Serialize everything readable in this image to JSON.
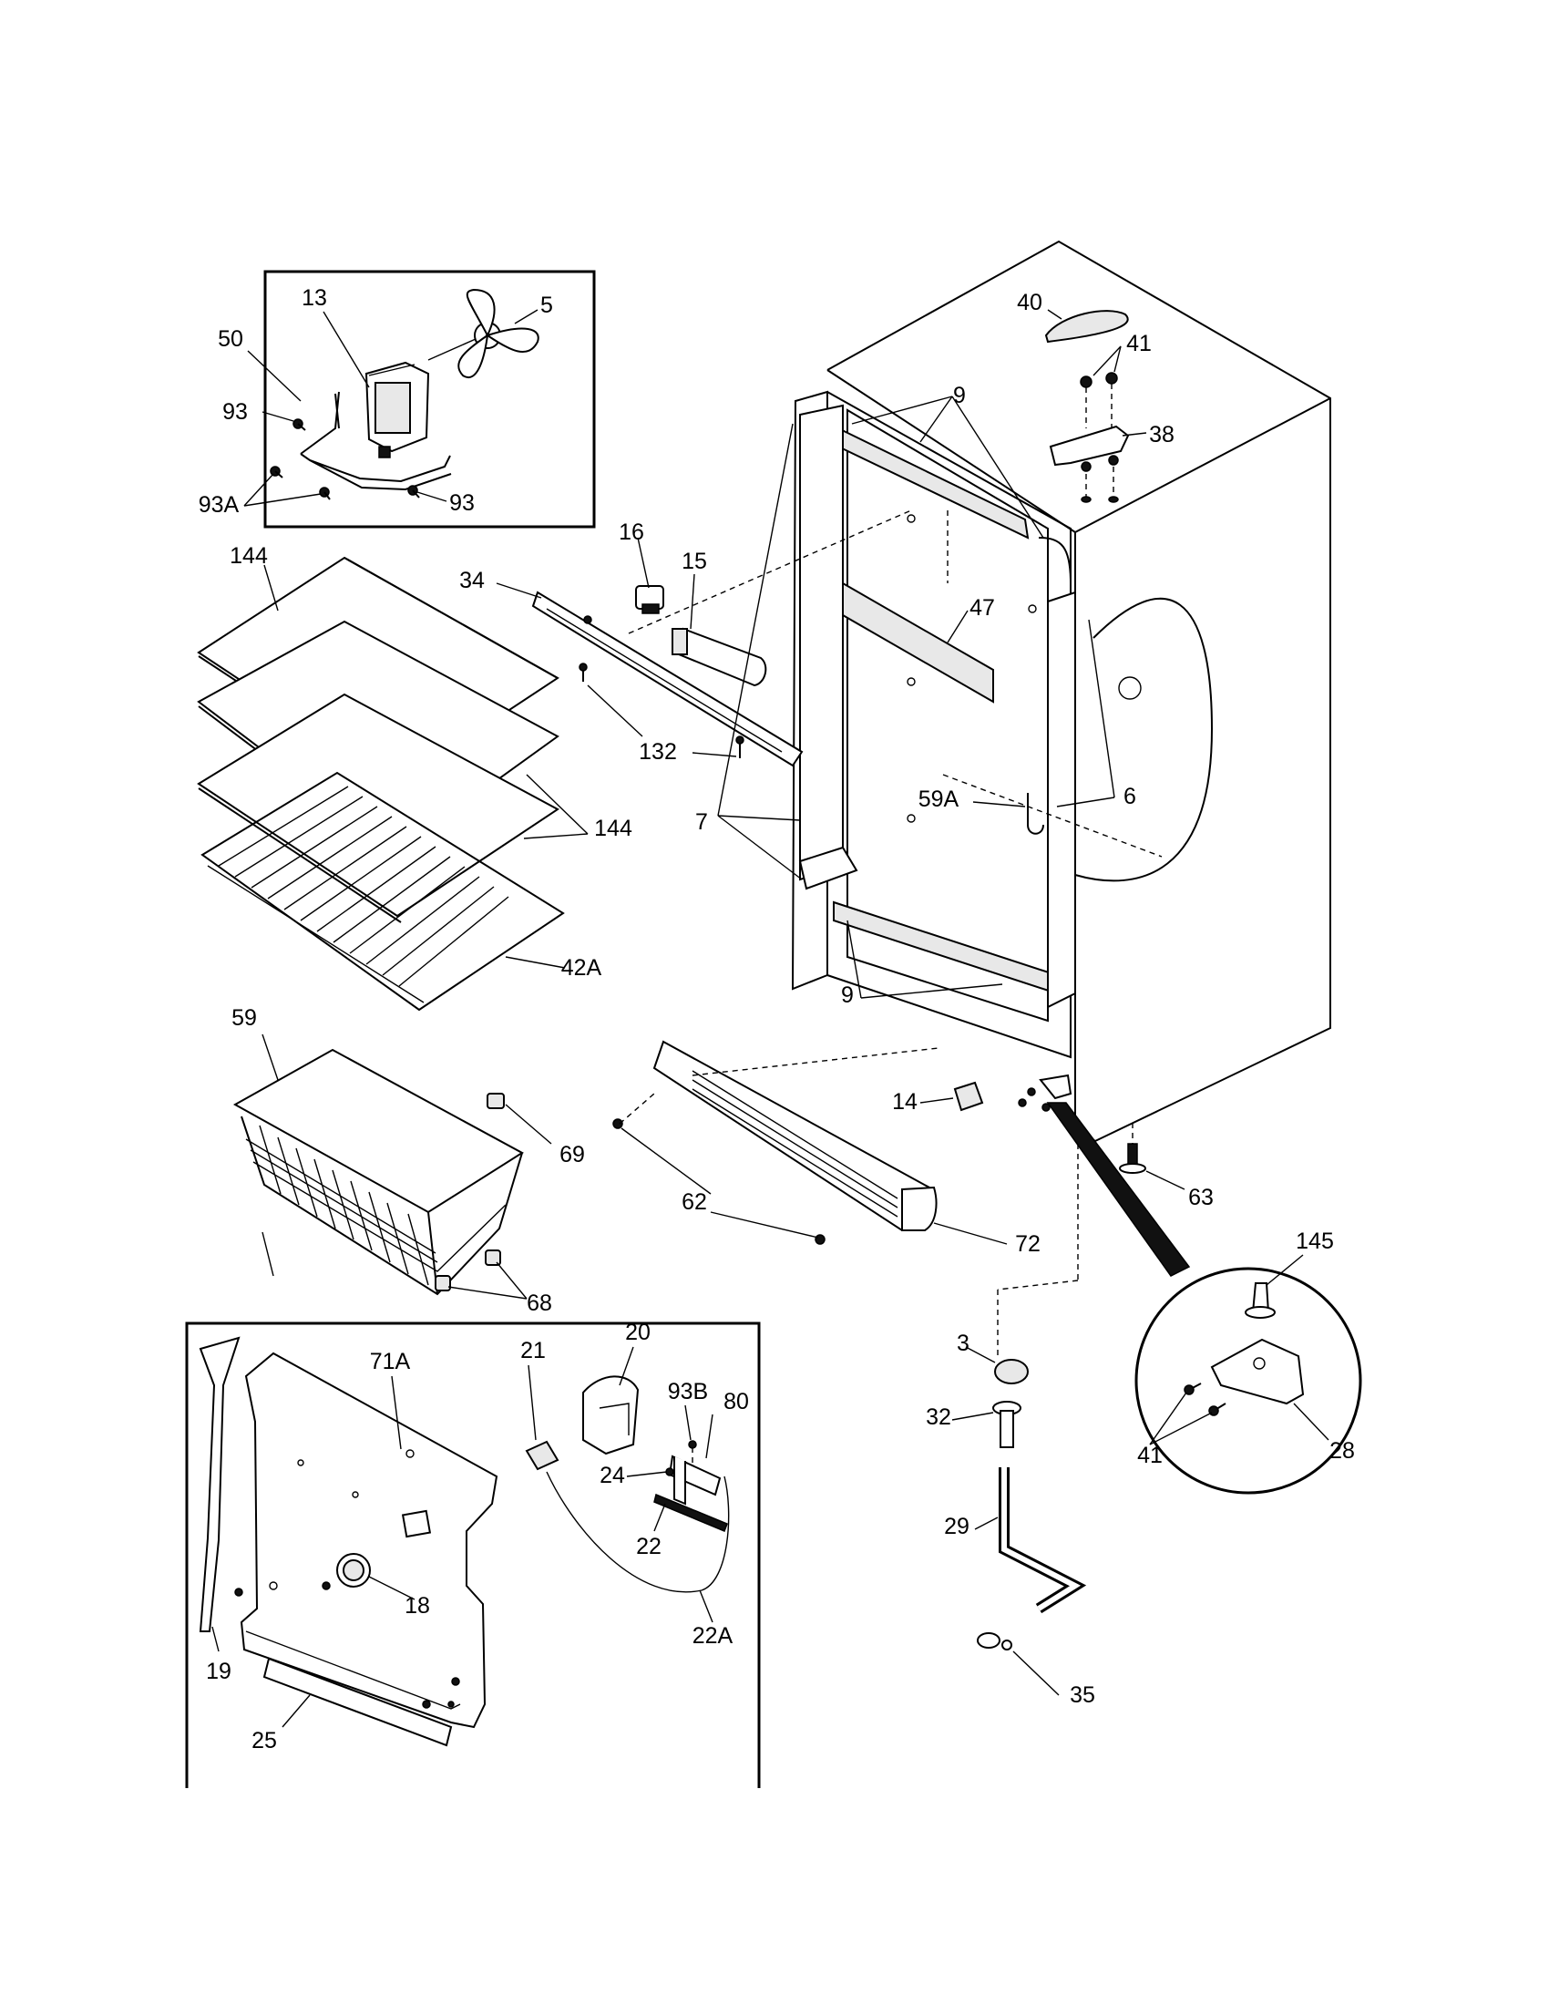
{
  "callouts": [
    {
      "id": "c13",
      "text": "13"
    },
    {
      "id": "c5",
      "text": "5"
    },
    {
      "id": "c50",
      "text": "50"
    },
    {
      "id": "c93a",
      "text": "93"
    },
    {
      "id": "c93A",
      "text": "93A"
    },
    {
      "id": "c93b",
      "text": "93"
    },
    {
      "id": "c40",
      "text": "40"
    },
    {
      "id": "c41a",
      "text": "41"
    },
    {
      "id": "c38",
      "text": "38"
    },
    {
      "id": "c9a",
      "text": "9"
    },
    {
      "id": "c16",
      "text": "16"
    },
    {
      "id": "c15",
      "text": "15"
    },
    {
      "id": "c34",
      "text": "34"
    },
    {
      "id": "c144a",
      "text": "144"
    },
    {
      "id": "c47",
      "text": "47"
    },
    {
      "id": "c132",
      "text": "132"
    },
    {
      "id": "c59A",
      "text": "59A"
    },
    {
      "id": "c6",
      "text": "6"
    },
    {
      "id": "c7",
      "text": "7"
    },
    {
      "id": "c144b",
      "text": "144"
    },
    {
      "id": "c42A",
      "text": "42A"
    },
    {
      "id": "c59",
      "text": "59"
    },
    {
      "id": "c9b",
      "text": "9"
    },
    {
      "id": "c14",
      "text": "14"
    },
    {
      "id": "c69",
      "text": "69"
    },
    {
      "id": "c62",
      "text": "62"
    },
    {
      "id": "c63",
      "text": "63"
    },
    {
      "id": "c72",
      "text": "72"
    },
    {
      "id": "c145",
      "text": "145"
    },
    {
      "id": "c68",
      "text": "68"
    },
    {
      "id": "c20",
      "text": "20"
    },
    {
      "id": "c71A",
      "text": "71A"
    },
    {
      "id": "c21",
      "text": "21"
    },
    {
      "id": "c93B",
      "text": "93B"
    },
    {
      "id": "c80",
      "text": "80"
    },
    {
      "id": "c3",
      "text": "3"
    },
    {
      "id": "c32",
      "text": "32"
    },
    {
      "id": "c41b",
      "text": "41"
    },
    {
      "id": "c28",
      "text": "28"
    },
    {
      "id": "c24",
      "text": "24"
    },
    {
      "id": "c22",
      "text": "22"
    },
    {
      "id": "c29",
      "text": "29"
    },
    {
      "id": "c18",
      "text": "18"
    },
    {
      "id": "c22A",
      "text": "22A"
    },
    {
      "id": "c19",
      "text": "19"
    },
    {
      "id": "c35",
      "text": "35"
    },
    {
      "id": "c25",
      "text": "25"
    }
  ]
}
